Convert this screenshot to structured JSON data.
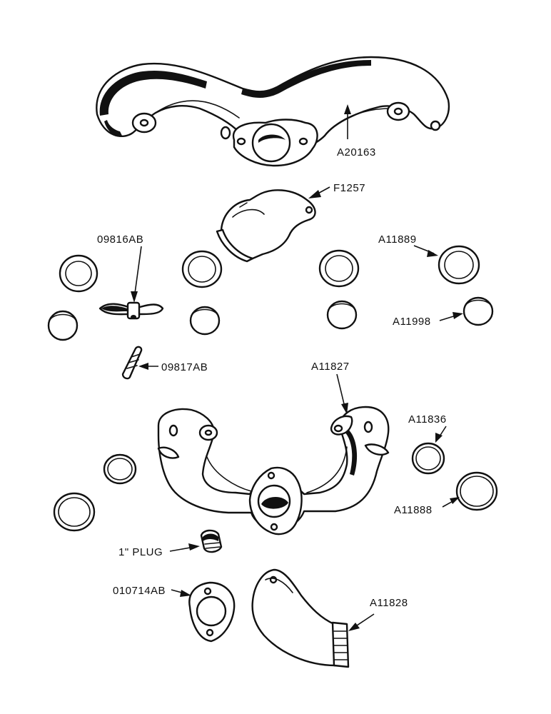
{
  "diagram": {
    "parts": [
      {
        "id": "exhaust-manifold",
        "label": "A20163"
      },
      {
        "id": "outlet-elbow",
        "label": "F1257"
      },
      {
        "id": "wing-nut",
        "label": "09816AB"
      },
      {
        "id": "stud",
        "label": "09817AB"
      },
      {
        "id": "gasket-ring-large-upper",
        "label": "A11889"
      },
      {
        "id": "sleeve-ring-upper",
        "label": "A11998"
      },
      {
        "id": "intake-manifold",
        "label": "A11827"
      },
      {
        "id": "split-ring",
        "label": "A11836"
      },
      {
        "id": "gasket-ring-large-lower",
        "label": "A11888"
      },
      {
        "id": "plug",
        "label": "1\" PLUG"
      },
      {
        "id": "flange-gasket",
        "label": "010714AB"
      },
      {
        "id": "elbow-pipe",
        "label": "A11828"
      }
    ]
  },
  "colors": {
    "ink": "#111111",
    "paper": "#ffffff"
  }
}
